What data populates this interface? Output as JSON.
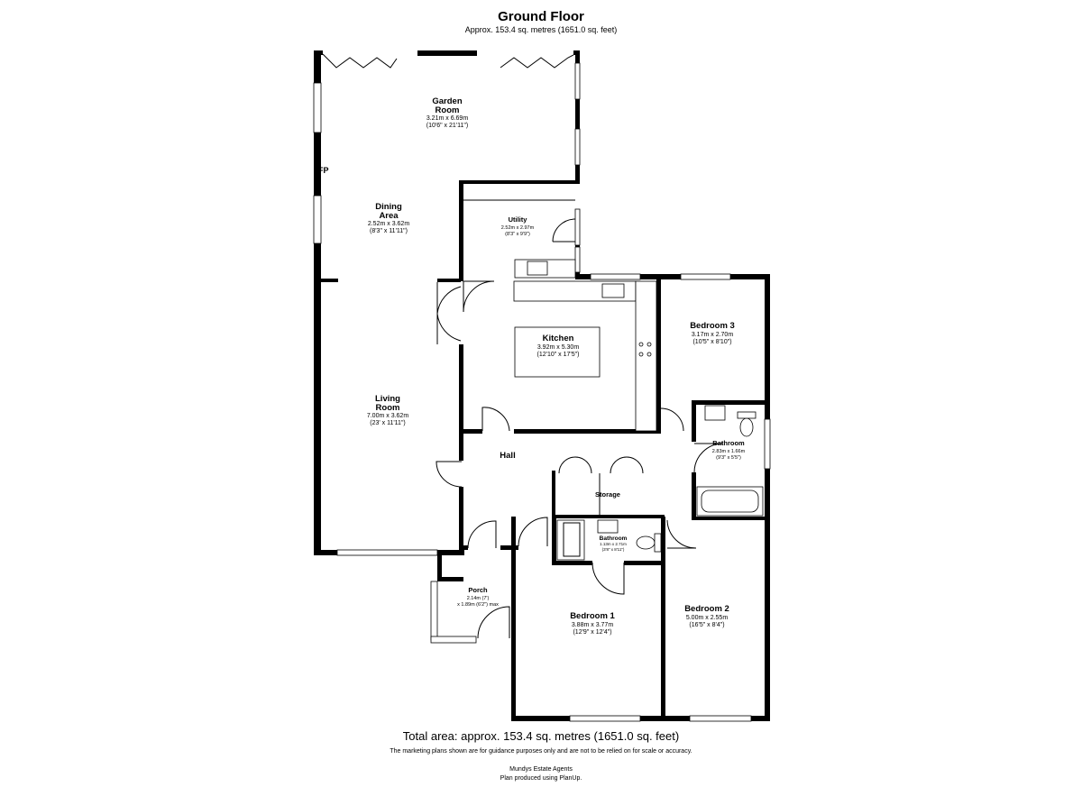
{
  "header": {
    "title": "Ground Floor",
    "subtitle": "Approx. 153.4 sq. metres (1651.0 sq. feet)"
  },
  "rooms": {
    "garden_room": {
      "name_1": "Garden",
      "name_2": "Room",
      "metric": "3.21m x 6.69m",
      "imperial": "(10'6\" x 21'11\")"
    },
    "dining_area": {
      "name_1": "Dining",
      "name_2": "Area",
      "metric": "2.52m x 3.62m",
      "imperial": "(8'3\" x 11'11\")"
    },
    "utility": {
      "name": "Utility",
      "metric": "2.52m x 2.97m",
      "imperial": "(8'3\" x 9'9\")"
    },
    "kitchen": {
      "name": "Kitchen",
      "metric": "3.92m x 5.30m",
      "imperial": "(12'10\" x 17'5\")"
    },
    "bedroom_3": {
      "name": "Bedroom 3",
      "metric": "3.17m x 2.70m",
      "imperial": "(10'5\" x 8'10\")"
    },
    "living_room": {
      "name_1": "Living",
      "name_2": "Room",
      "metric": "7.00m x 3.62m",
      "imperial": "(23' x 11'11\")"
    },
    "hall": {
      "name": "Hall"
    },
    "bathroom_main": {
      "name": "Bathroom",
      "metric": "2.83m x 1.66m",
      "imperial": "(9'3\" x 5'5\")"
    },
    "storage": {
      "name": "Storage"
    },
    "bathroom_small": {
      "name": "Bathroom",
      "metric": "1.13m x 2.71m",
      "imperial": "(3'8\" x 8'11\")"
    },
    "porch": {
      "name": "Porch",
      "metric_1": "2.14m (7')",
      "metric_2": "x 1.89m (6'2\") max"
    },
    "bedroom_1": {
      "name": "Bedroom 1",
      "metric": "3.88m x 3.77m",
      "imperial": "(12'9\" x 12'4\")"
    },
    "bedroom_2": {
      "name": "Bedroom 2",
      "metric": "5.00m x 2.55m",
      "imperial": "(16'5\" x 8'4\")"
    }
  },
  "fireplace_label": "FP",
  "footer": {
    "total": "Total area: approx. 153.4 sq. metres (1651.0 sq. feet)",
    "disclaimer": "The marketing plans shown are for guidance purposes only and are not to be relied on for scale or accuracy.",
    "agent": "Mundys Estate Agents",
    "plan_credit": "Plan produced using PlanUp."
  }
}
